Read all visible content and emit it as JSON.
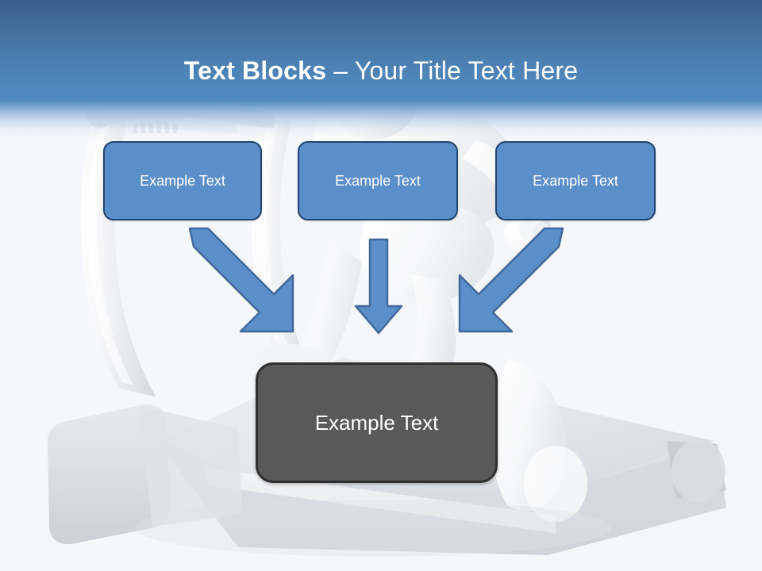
{
  "slide": {
    "title_strong": "Text Blocks ",
    "title_rest": "– Your Title Text Here",
    "background_color": "#f6f7fb",
    "header_top_color": "#3a5e8c",
    "header_bottom_color": "#5089c0",
    "accent_blue": "#5b8fc9",
    "accent_blue_border": "#21456f",
    "result_gray": "#595959",
    "result_gray_border": "#2f2f2f",
    "text_color": "#ffffff"
  },
  "boxes": [
    {
      "id": "box-1",
      "label": "Example Text"
    },
    {
      "id": "box-2",
      "label": "Example Text"
    },
    {
      "id": "box-3",
      "label": "Example Text"
    }
  ],
  "result_box": {
    "label": "Example Text"
  },
  "arrows": [
    {
      "id": "arrow-left",
      "direction": "down-right",
      "from_box": "box-1",
      "to": "result-box"
    },
    {
      "id": "arrow-middle",
      "direction": "down",
      "from_box": "box-2",
      "to": "result-box"
    },
    {
      "id": "arrow-right",
      "direction": "down-left",
      "from_box": "box-3",
      "to": "result-box"
    }
  ],
  "background_image": {
    "description": "faded 3d white figure walking on a treadmill"
  }
}
